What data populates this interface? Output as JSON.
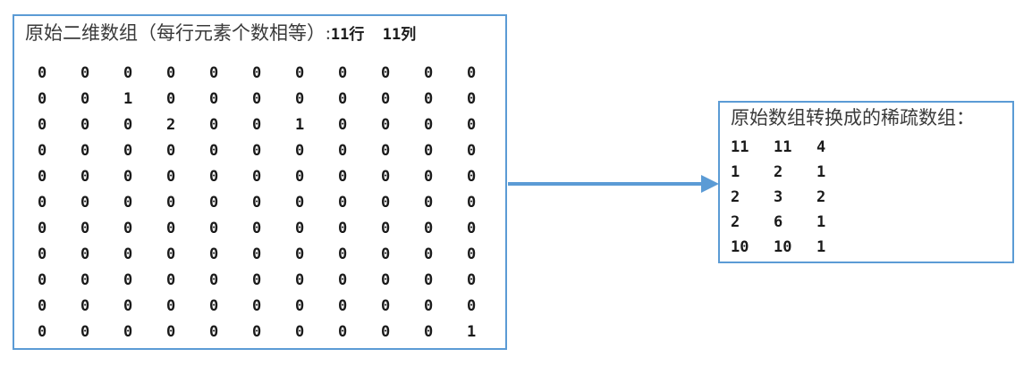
{
  "colors": {
    "border": "#5B9BD5",
    "arrow": "#5B9BD5",
    "background": "#FFFFFF",
    "title_text": "#3A3A3A",
    "value_text": "#1A1A1A"
  },
  "original_panel": {
    "title_prefix": "原始二维数组（每行元素个数相等）:",
    "title_rows": "11行",
    "title_cols": "  11列",
    "rows": 11,
    "cols": 11,
    "matrix": [
      [
        0,
        0,
        0,
        0,
        0,
        0,
        0,
        0,
        0,
        0,
        0
      ],
      [
        0,
        0,
        1,
        0,
        0,
        0,
        0,
        0,
        0,
        0,
        0
      ],
      [
        0,
        0,
        0,
        2,
        0,
        0,
        1,
        0,
        0,
        0,
        0
      ],
      [
        0,
        0,
        0,
        0,
        0,
        0,
        0,
        0,
        0,
        0,
        0
      ],
      [
        0,
        0,
        0,
        0,
        0,
        0,
        0,
        0,
        0,
        0,
        0
      ],
      [
        0,
        0,
        0,
        0,
        0,
        0,
        0,
        0,
        0,
        0,
        0
      ],
      [
        0,
        0,
        0,
        0,
        0,
        0,
        0,
        0,
        0,
        0,
        0
      ],
      [
        0,
        0,
        0,
        0,
        0,
        0,
        0,
        0,
        0,
        0,
        0
      ],
      [
        0,
        0,
        0,
        0,
        0,
        0,
        0,
        0,
        0,
        0,
        0
      ],
      [
        0,
        0,
        0,
        0,
        0,
        0,
        0,
        0,
        0,
        0,
        0
      ],
      [
        0,
        0,
        0,
        0,
        0,
        0,
        0,
        0,
        0,
        0,
        1
      ]
    ]
  },
  "arrow": {
    "name": "conversion-arrow",
    "direction": "right"
  },
  "sparse_panel": {
    "title": "原始数组转换成的稀疏数组：",
    "rows": [
      [
        11,
        11,
        4
      ],
      [
        1,
        2,
        1
      ],
      [
        2,
        3,
        2
      ],
      [
        2,
        6,
        1
      ],
      [
        10,
        10,
        1
      ]
    ]
  }
}
